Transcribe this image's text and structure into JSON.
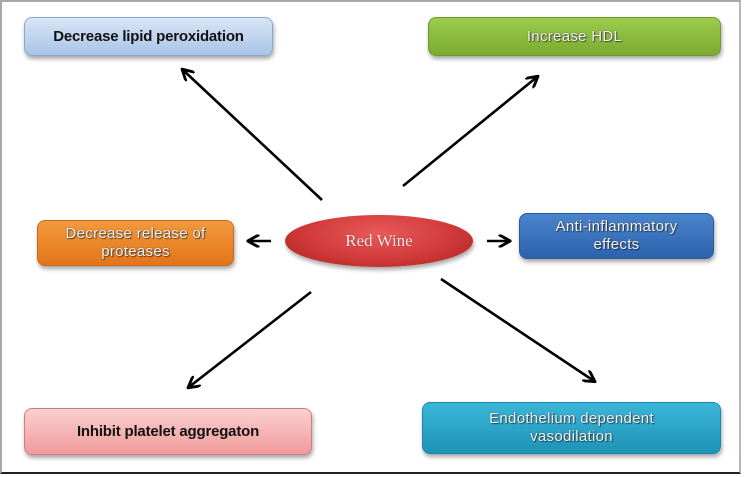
{
  "diagram": {
    "center": {
      "label": "Red Wine",
      "color": "#d23a3a"
    },
    "effects": [
      {
        "id": "lipid",
        "label_lines": [
          "Decrease lipid peroxidation"
        ],
        "color": "#a9c4e6",
        "position": "top-left"
      },
      {
        "id": "hdl",
        "label_lines": [
          "Increase HDL"
        ],
        "color": "#7aab2e",
        "position": "top-right"
      },
      {
        "id": "proteases",
        "label_lines": [
          "Decrease release of",
          "proteases"
        ],
        "color": "#e2741a",
        "position": "middle-left"
      },
      {
        "id": "antiinflam",
        "label_lines": [
          "Anti-inflammatory",
          "effects"
        ],
        "color": "#2d62ad",
        "position": "middle-right"
      },
      {
        "id": "platelet",
        "label_lines": [
          "Inhibit platelet aggregaton"
        ],
        "color": "#f09a9a",
        "position": "bottom-left"
      },
      {
        "id": "endothelium",
        "label_lines": [
          "Endothelium dependent",
          "vasodilation"
        ],
        "color": "#1d93b7",
        "position": "bottom-right"
      }
    ],
    "edges": [
      {
        "from": "Red Wine",
        "to": "lipid"
      },
      {
        "from": "Red Wine",
        "to": "hdl"
      },
      {
        "from": "Red Wine",
        "to": "proteases"
      },
      {
        "from": "Red Wine",
        "to": "antiinflam"
      },
      {
        "from": "Red Wine",
        "to": "platelet"
      },
      {
        "from": "Red Wine",
        "to": "endothelium"
      }
    ]
  }
}
